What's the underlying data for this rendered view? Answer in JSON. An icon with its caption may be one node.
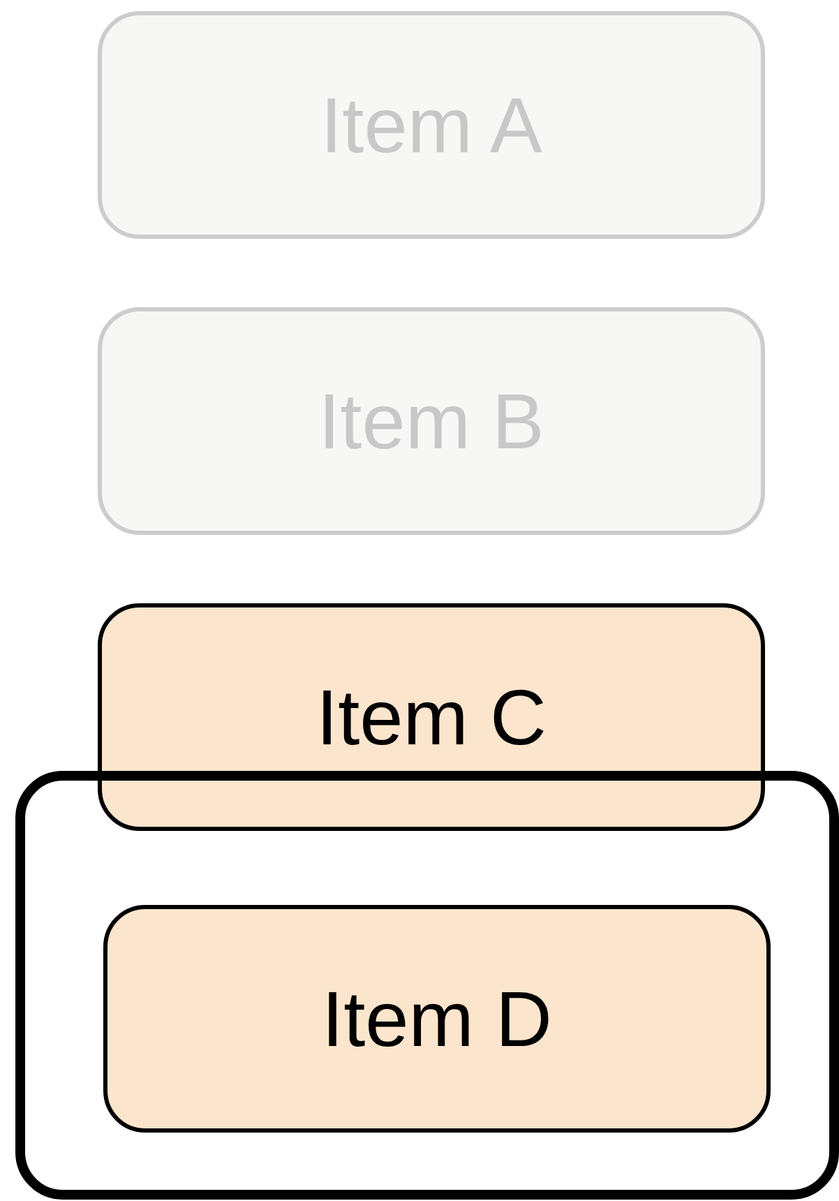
{
  "diagram": {
    "nodes": [
      {
        "text": [
          "Item A"
        ]
      },
      {
        "text": [
          "Item B"
        ]
      },
      {
        "text": [
          "Item C"
        ]
      },
      {
        "text": [],
        "shape": "box"
      },
      {
        "text": [
          "Item D"
        ],
        "in": 3
      }
    ]
  }
}
